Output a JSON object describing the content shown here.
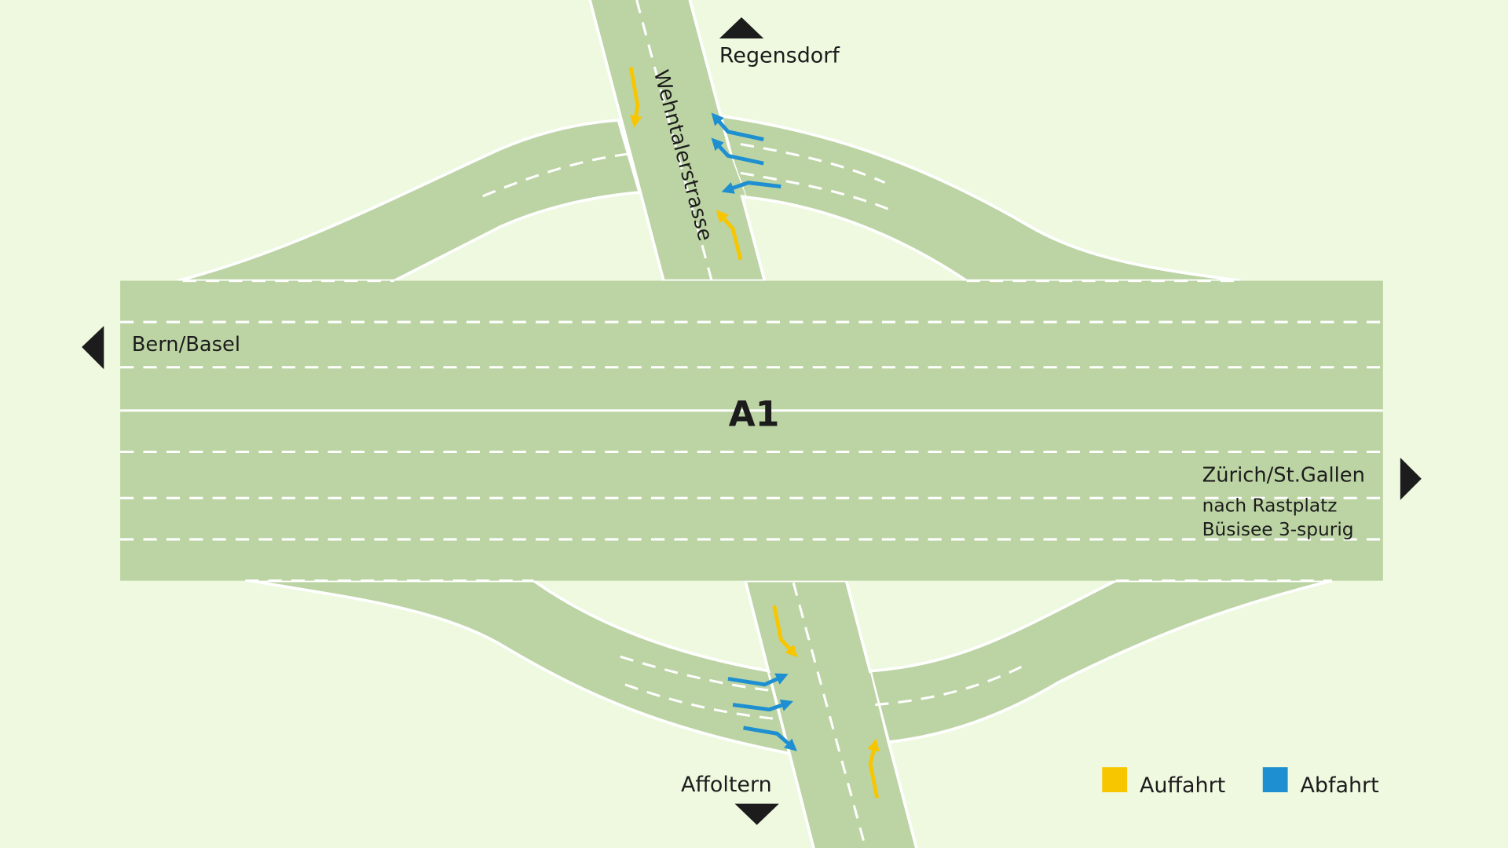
{
  "colors": {
    "background": "#eef9e0",
    "road": "#bcd4a4",
    "marking": "#ffffff",
    "entry": "#f7c600",
    "exit": "#1e8fd0",
    "text": "#1c1c1c"
  },
  "motorway": {
    "name": "A1"
  },
  "crossroad": {
    "name": "Wehntalerstrasse"
  },
  "directions": {
    "north": "Regensdorf",
    "south": "Affoltern",
    "west": "Bern/Basel",
    "east": "Zürich/St.Gallen",
    "east_note_line1": "nach Rastplatz",
    "east_note_line2": "Büsisee 3-spurig"
  },
  "legend": [
    {
      "label": "Auffahrt",
      "color": "#f7c600"
    },
    {
      "label": "Abfahrt",
      "color": "#1e8fd0"
    }
  ]
}
